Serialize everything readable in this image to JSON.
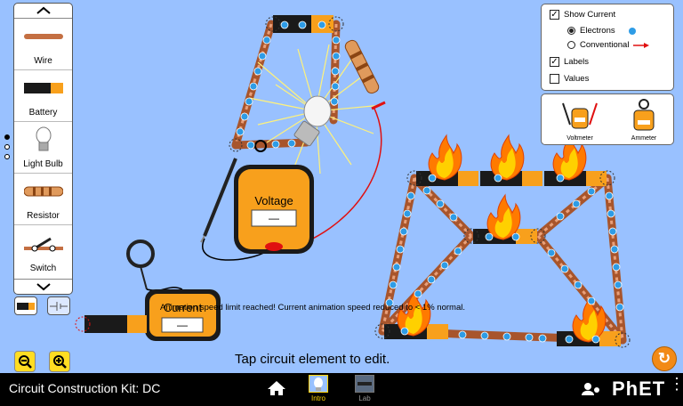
{
  "toolbox": {
    "items": [
      {
        "label": "Wire"
      },
      {
        "label": "Battery"
      },
      {
        "label": "Light Bulb"
      },
      {
        "label": "Resistor"
      },
      {
        "label": "Switch"
      }
    ]
  },
  "view_options": {
    "show_current": "Show Current",
    "electrons": "Electrons",
    "conventional": "Conventional",
    "labels": "Labels",
    "values": "Values"
  },
  "sensor_panel": {
    "voltmeter": "Voltmeter",
    "ammeter": "Ammeter"
  },
  "voltmeter_probe_label": "Voltage",
  "voltmeter_readout": "—",
  "ammeter_probe_label": "Current",
  "ammeter_readout": "—",
  "messages": {
    "speed_limit": "Animation speed limit reached! Current animation speed reduced to < 1% normal.",
    "tap_edit": "Tap circuit element to edit."
  },
  "navbar": {
    "title": "Circuit Construction Kit: DC",
    "screens": [
      {
        "label": "Intro"
      },
      {
        "label": "Lab"
      }
    ],
    "brand": "PhET"
  },
  "colors": {
    "background": "#99c1ff",
    "electron": "#2e9ce6",
    "fire": "#ff8a00",
    "probe_red": "#e01010",
    "meter": "#f8a01c"
  }
}
